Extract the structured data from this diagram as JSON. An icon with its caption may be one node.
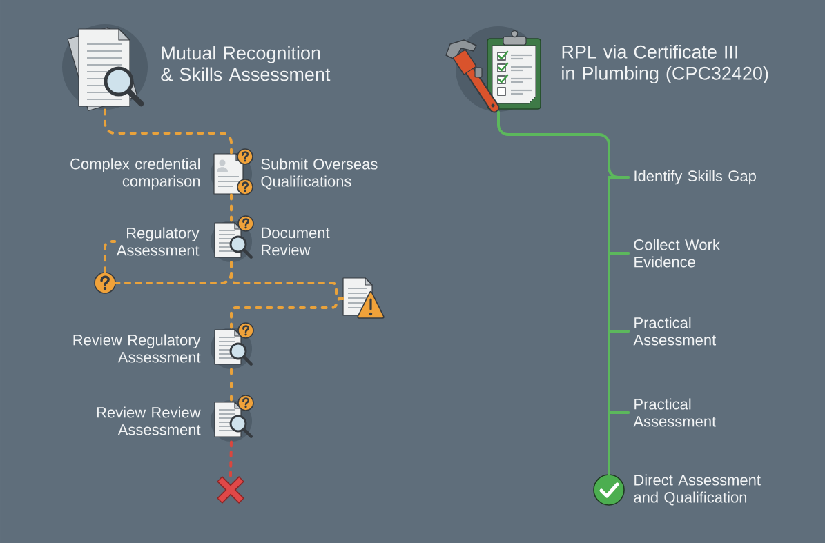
{
  "diagram": {
    "nodes": [
      {
        "text": [],
        "shape": "picture",
        "beside": [
          "Mutual Recognition & Skills Assessment"
        ]
      },
      {
        "text": [],
        "shape": "picture",
        "beside": [
          "Complex credential comparison",
          "Submit Overseas Qualifications"
        ]
      },
      {
        "text": [
          "Regulatory Assessment"
        ]
      },
      {
        "text": [],
        "shape": "picture",
        "beside": [
          "Document Review"
        ]
      },
      {
        "text": [],
        "shape": "circle"
      },
      {
        "text": [],
        "shape": "picture"
      },
      {
        "text": [],
        "shape": "picture",
        "beside": [
          "Review Regulatory Assessment"
        ]
      },
      {
        "text": [],
        "shape": "picture",
        "beside": [
          "Review Review Assessment"
        ]
      },
      {
        "text": [],
        "shape": "cross"
      },
      {
        "text": [],
        "shape": "picture",
        "beside": [
          "RPL via Certificate III in Plumbing (CPC32420)"
        ]
      },
      {
        "text": [
          "Identify Skills Gap"
        ]
      },
      {
        "text": [
          "Collect Work Evidence"
        ]
      },
      {
        "text": [
          "Practical Assessment"
        ]
      },
      {
        "text": [
          "Practical Assessment"
        ]
      },
      {
        "text": [],
        "shape": "circle",
        "beside": [
          "Direct Assessment and Qualification"
        ]
      }
    ],
    "edges": [
      {
        "from": 0,
        "to": 1,
        "arrow": "none",
        "style": "dashed"
      },
      {
        "from": 1,
        "to": 3,
        "arrow": "none",
        "style": "dashed"
      },
      {
        "from": 3,
        "to": 4,
        "arrow": "none",
        "style": "dashed"
      },
      {
        "from": 4,
        "to": 2,
        "arrow": "none",
        "style": "dashed"
      },
      {
        "from": 3,
        "to": 5,
        "arrow": "none",
        "style": "dashed"
      },
      {
        "from": 5,
        "to": 6,
        "arrow": "none",
        "style": "dashed"
      },
      {
        "from": 6,
        "to": 7,
        "arrow": "none",
        "style": "dashed"
      },
      {
        "from": 7,
        "to": 8,
        "arrow": "none",
        "style": "dashed",
        "color": "#d9473f"
      },
      {
        "from": 9,
        "to": 10,
        "arrow": "none",
        "color": "#5cb85c"
      },
      {
        "from": 10,
        "to": 11,
        "arrow": "none",
        "color": "#5cb85c"
      },
      {
        "from": 11,
        "to": 12,
        "arrow": "none",
        "color": "#5cb85c"
      },
      {
        "from": 12,
        "to": 13,
        "arrow": "none",
        "color": "#5cb85c"
      },
      {
        "from": 13,
        "to": 14,
        "arrow": "none",
        "color": "#5cb85c"
      }
    ]
  }
}
